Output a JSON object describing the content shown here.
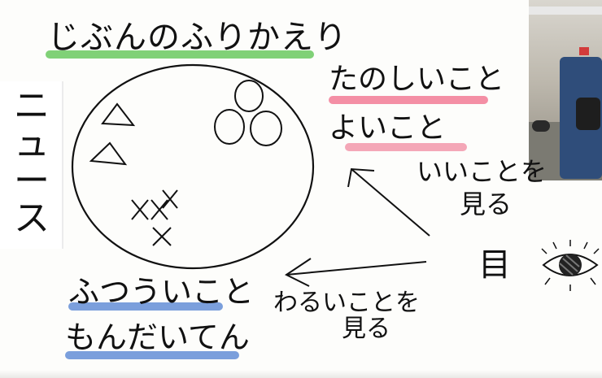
{
  "title": "じぶんのふりかえり",
  "side_label": [
    "ニ",
    "ュ",
    "ー",
    "ス"
  ],
  "good_things": "たのしいこと",
  "good_things2": "よいこと",
  "look_good_line1": "いいことを",
  "look_good_line2": "見る",
  "eye_label": "目",
  "look_bad_line1": "わるいことを",
  "look_bad_line2": "見る",
  "normal_things": "ふつういこと",
  "problem_things": "もんだいてん",
  "marker_colors": {
    "green": "#55c24b",
    "pink": "#f06a88",
    "blue": "#4f7fd1"
  },
  "icons": {
    "eye": "eye-icon"
  }
}
